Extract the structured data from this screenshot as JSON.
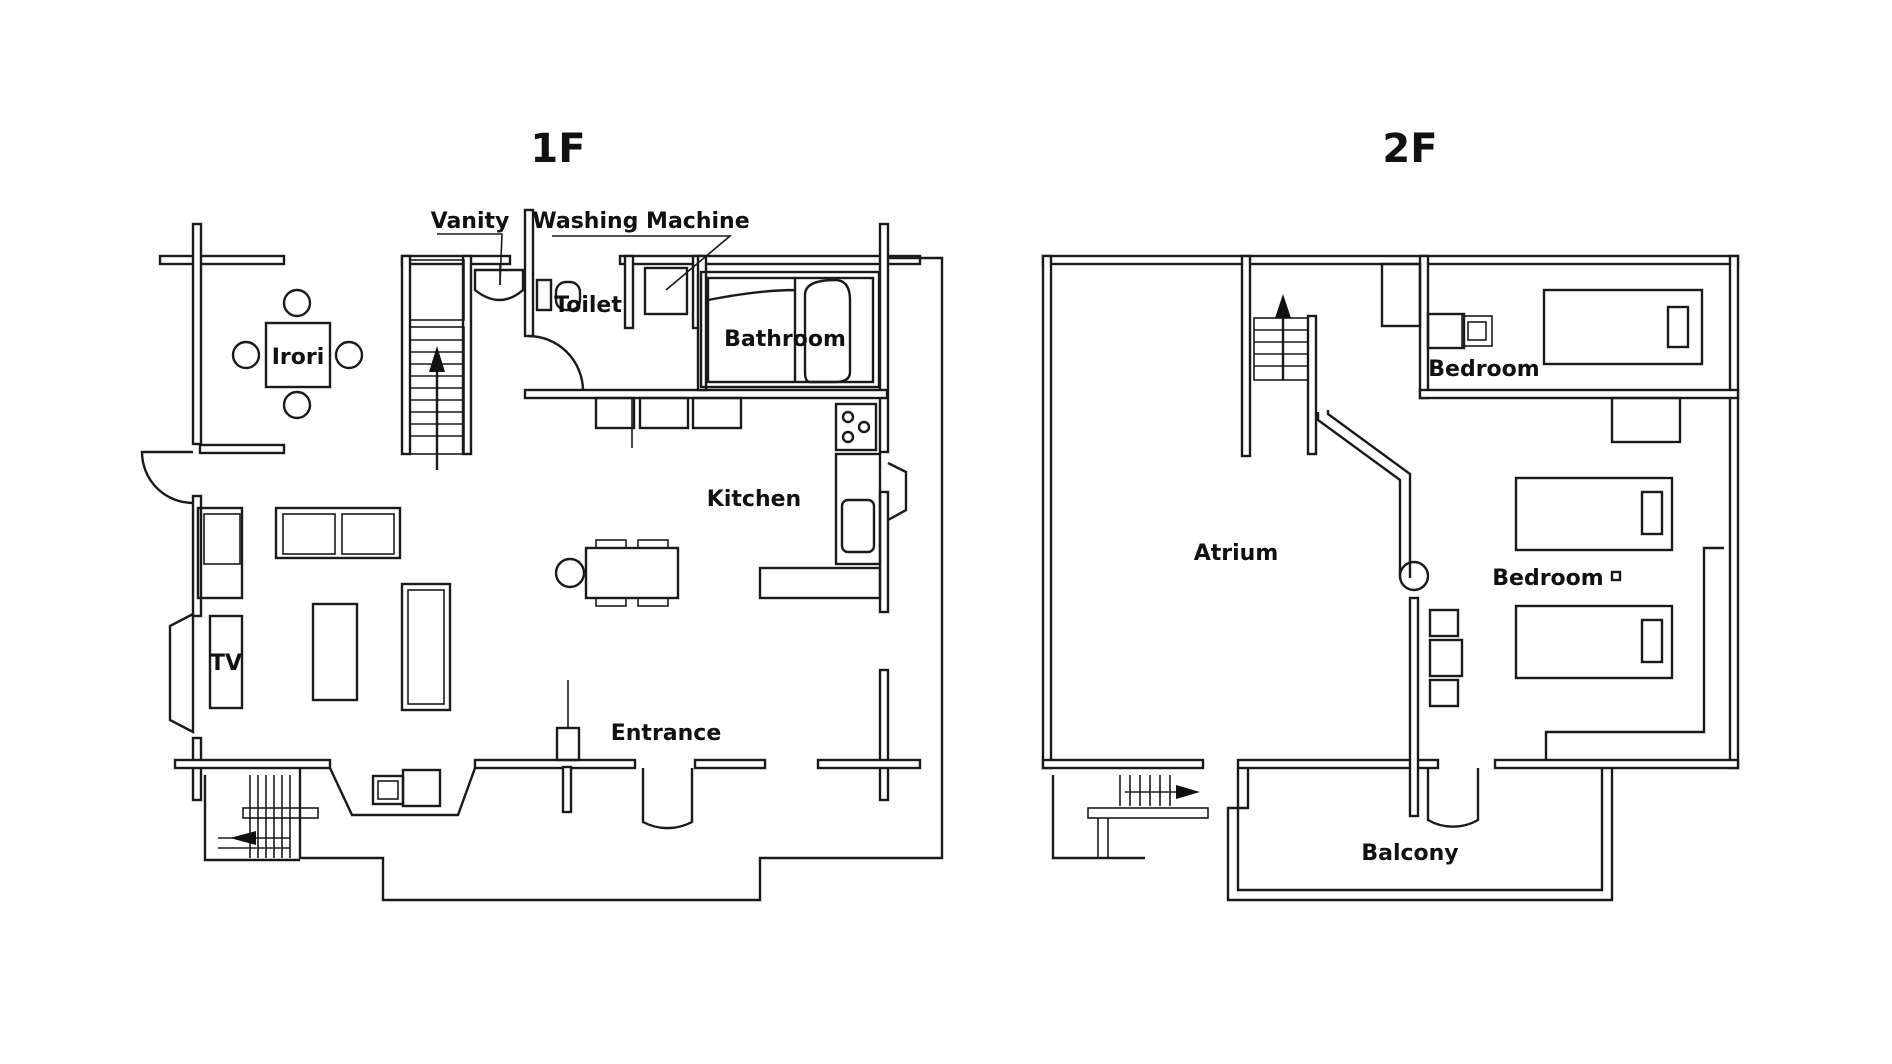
{
  "floors": [
    {
      "title": "1F"
    },
    {
      "title": "2F"
    }
  ],
  "labels": {
    "vanity": "Vanity",
    "washing_machine": "Washing Machine",
    "toilet": "Toilet",
    "bathroom": "Bathroom",
    "irori": "Irori",
    "kitchen": "Kitchen",
    "tv": "TV",
    "entrance": "Entrance",
    "atrium": "Atrium",
    "bedroom_upper": "Bedroom",
    "bedroom_lower": "Bedroom",
    "balcony": "Balcony"
  }
}
